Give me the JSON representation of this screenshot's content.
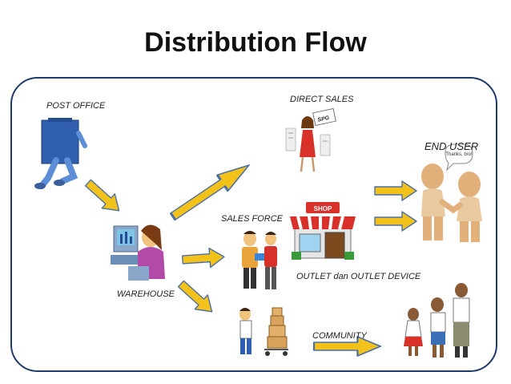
{
  "title": "Distribution Flow",
  "nodes": {
    "post_office": "POST OFFICE",
    "warehouse": "WAREHOUSE",
    "direct_sales": "DIRECT SALES",
    "sales_force": "SALES FORCE",
    "outlet": "OUTLET dan OUTLET DEVICE",
    "community": "COMMUNITY",
    "end_user": "END USER"
  },
  "sign_text": {
    "shop": "SHOP",
    "spg": "SPG",
    "thanks": "Thanks, bro!"
  },
  "colors": {
    "arrow_fill": "#f2c21b",
    "arrow_stroke": "#4a6fa5",
    "frame_border": "#1f3a66",
    "awning_red": "#d8312a",
    "mailbox_blue": "#2f5fae"
  }
}
